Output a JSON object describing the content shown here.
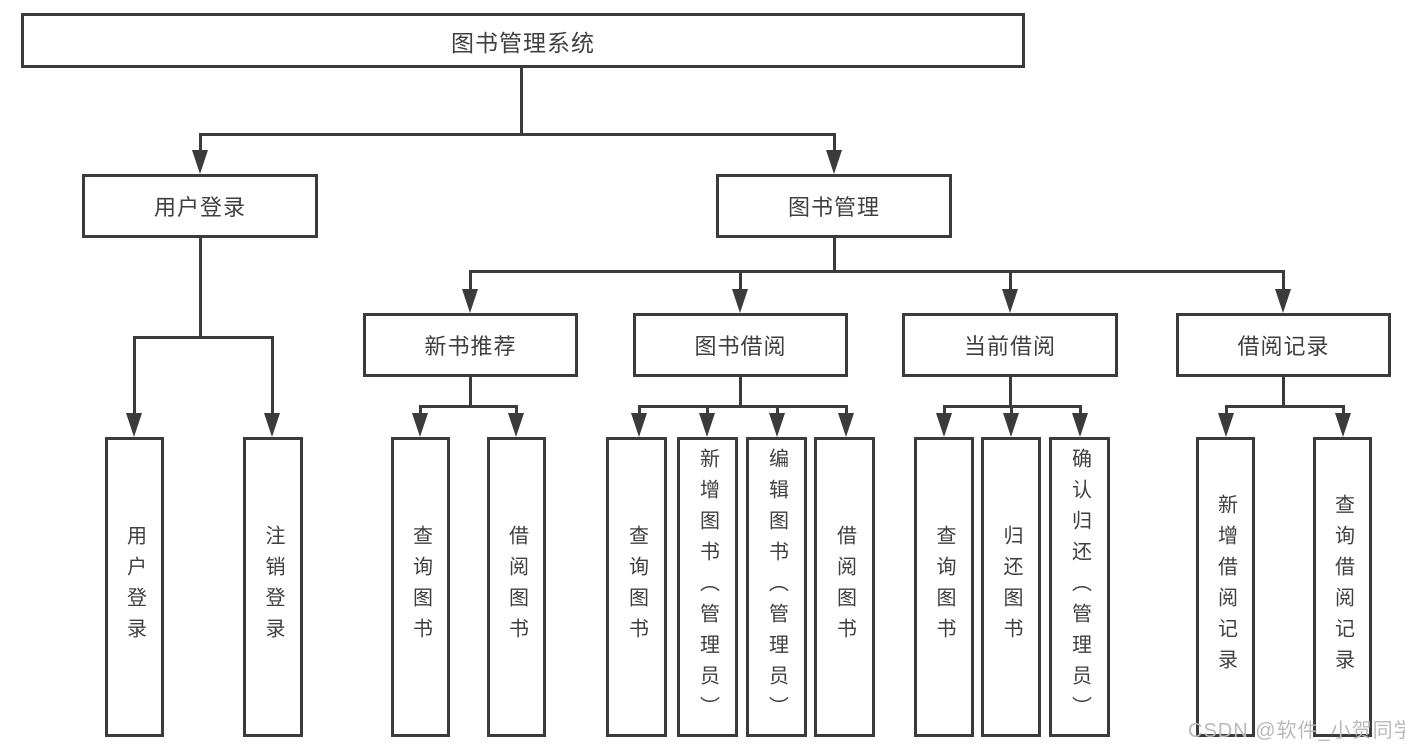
{
  "diagram": {
    "root": {
      "label": "图书管理系统"
    },
    "branches": [
      {
        "label": "用户登录",
        "children": [
          {
            "label": "用户登录"
          },
          {
            "label": "注销登录"
          }
        ]
      },
      {
        "label": "图书管理",
        "children": [
          {
            "label": "新书推荐",
            "children": [
              {
                "label": "查询图书"
              },
              {
                "label": "借阅图书"
              }
            ]
          },
          {
            "label": "图书借阅",
            "children": [
              {
                "label": "查询图书"
              },
              {
                "label": "新增图书（管理员）"
              },
              {
                "label": "编辑图书（管理员）"
              },
              {
                "label": "借阅图书"
              }
            ]
          },
          {
            "label": "当前借阅",
            "children": [
              {
                "label": "查询图书"
              },
              {
                "label": "归还图书"
              },
              {
                "label": "确认归还（管理员）"
              }
            ]
          },
          {
            "label": "借阅记录",
            "children": [
              {
                "label": "新增借阅记录"
              },
              {
                "label": "查询借阅记录"
              }
            ]
          }
        ]
      }
    ],
    "watermark": "CSDN @软件_小贺同学",
    "colors": {
      "line": "#3b3b3b",
      "text": "#3f3f3f",
      "watermark": "#b9b9b9",
      "background": "#ffffff"
    }
  }
}
